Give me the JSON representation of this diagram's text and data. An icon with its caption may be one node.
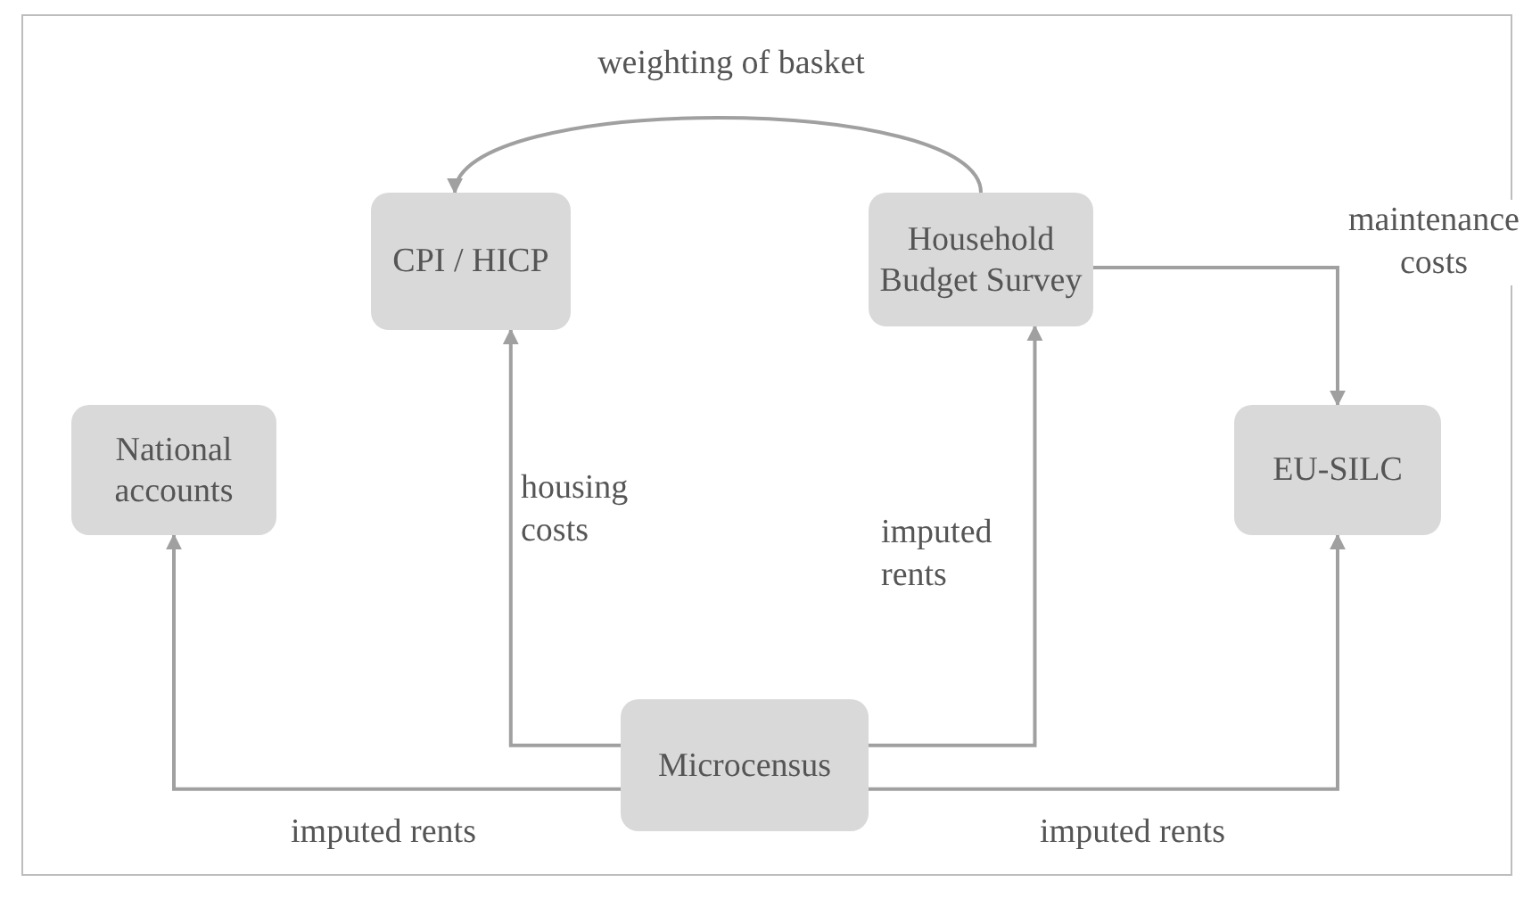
{
  "diagram": {
    "nodes": [
      {
        "text": [
          "CPI / HICP"
        ]
      },
      {
        "text": [
          "Household Budget Survey"
        ]
      },
      {
        "text": [
          "National accounts"
        ]
      },
      {
        "text": [
          "EU-SILC"
        ]
      },
      {
        "text": [
          "Microcensus"
        ]
      }
    ],
    "edges": [
      {
        "from": 4,
        "to": 2,
        "arrow": "to",
        "label": "imputed rents"
      },
      {
        "from": 4,
        "to": 0,
        "arrow": "to",
        "label": "housing costs"
      },
      {
        "from": 4,
        "to": 1,
        "arrow": "to",
        "label": "imputed rents"
      },
      {
        "from": 4,
        "to": 3,
        "arrow": "to",
        "label": "imputed rents"
      },
      {
        "from": 1,
        "to": 0,
        "arrow": "to",
        "label": "weighting of basket"
      },
      {
        "from": 1,
        "to": 3,
        "arrow": "to",
        "label": "maintenance costs"
      }
    ]
  }
}
